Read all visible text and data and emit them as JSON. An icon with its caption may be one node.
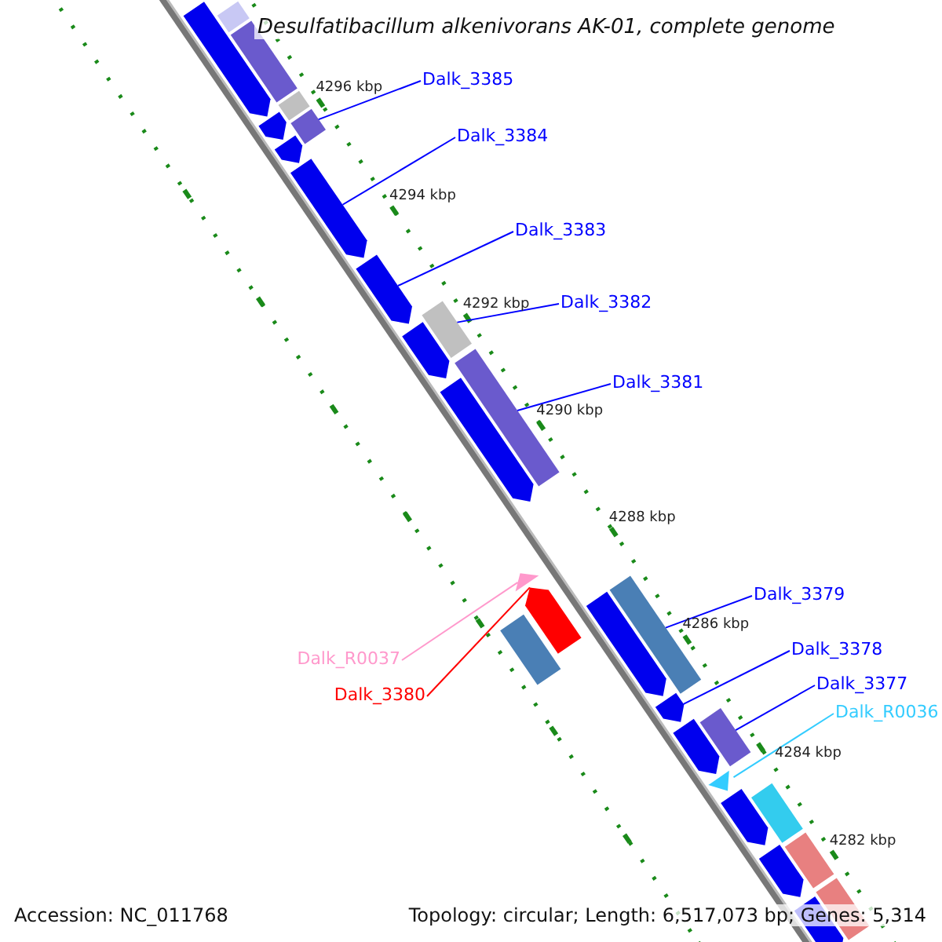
{
  "diagram": {
    "title": "Desulfatibacillum alkenivorans AK-01, complete genome",
    "nodes": [
      {
        "text": [
          "Dalk_3385"
        ]
      },
      {
        "text": [
          "Dalk_3384"
        ]
      },
      {
        "text": [
          "Dalk_3383"
        ]
      },
      {
        "text": [
          "Dalk_3382"
        ]
      },
      {
        "text": [
          "Dalk_3381"
        ]
      },
      {
        "text": [
          "Dalk_3379"
        ]
      },
      {
        "text": [
          "Dalk_3378"
        ]
      },
      {
        "text": [
          "Dalk_R0037"
        ]
      },
      {
        "text": [
          "Dalk_3377"
        ]
      },
      {
        "text": [
          "Dalk_3380"
        ]
      },
      {
        "text": [
          "Dalk_R0036"
        ]
      },
      {
        "text": [],
        "shape": "box"
      },
      {
        "text": [],
        "shape": "arrow"
      },
      {
        "text": [],
        "shape": "box"
      },
      {
        "text": [],
        "shape": "box"
      },
      {
        "text": [],
        "shape": "arrow"
      },
      {
        "text": [],
        "shape": "box"
      },
      {
        "text": [],
        "shape": "arrow"
      },
      {
        "text": [],
        "shape": "arrow"
      },
      {
        "text": [],
        "shape": "arrow"
      },
      {
        "text": [],
        "shape": "box"
      },
      {
        "text": [],
        "shape": "arrow"
      },
      {
        "text": [],
        "shape": "box"
      },
      {
        "text": [],
        "shape": "arrow"
      },
      {
        "text": [],
        "shape": "triangle"
      },
      {
        "text": [],
        "shape": "arrow"
      },
      {
        "text": [],
        "shape": "box"
      },
      {
        "text": [],
        "shape": "arrow"
      },
      {
        "text": [],
        "shape": "box"
      },
      {
        "text": [],
        "shape": "arrow"
      },
      {
        "text": [],
        "shape": "arrow"
      },
      {
        "text": [],
        "shape": "box"
      },
      {
        "text": [],
        "shape": "triangle"
      },
      {
        "text": [],
        "shape": "arrow"
      },
      {
        "text": [],
        "shape": "box"
      },
      {
        "text": [],
        "shape": "arrow"
      },
      {
        "text": [],
        "shape": "box"
      },
      {
        "text": [],
        "shape": "box"
      },
      {
        "text": [],
        "shape": "arrow"
      }
    ],
    "edges": [
      {
        "from": 0,
        "to": 16,
        "arrow": "none"
      },
      {
        "from": 1,
        "to": 18,
        "arrow": "none"
      },
      {
        "from": 2,
        "to": 19,
        "arrow": "none"
      },
      {
        "from": 3,
        "to": 20,
        "arrow": "none"
      },
      {
        "from": 4,
        "to": 22,
        "arrow": "none"
      },
      {
        "from": 5,
        "to": 28,
        "arrow": "none"
      },
      {
        "from": 6,
        "to": 29,
        "arrow": "none"
      },
      {
        "from": 7,
        "to": 24,
        "arrow": "none",
        "color": "#ff99cc"
      },
      {
        "from": 8,
        "to": 31,
        "arrow": "none"
      },
      {
        "from": 9,
        "to": 25,
        "arrow": "none",
        "color": "#ff0000"
      },
      {
        "from": 10,
        "to": 32,
        "arrow": "none",
        "color": "#33ccff"
      }
    ],
    "labels": [
      "4296 kbp",
      "4294 kbp",
      "4292 kbp",
      "4290 kbp",
      "4288 kbp",
      "4286 kbp",
      "4284 kbp",
      "4282 kbp",
      "Accession: NC_011768",
      "Topology: circular; Length: 6,517,073 bp; Genes: 5,314"
    ]
  }
}
